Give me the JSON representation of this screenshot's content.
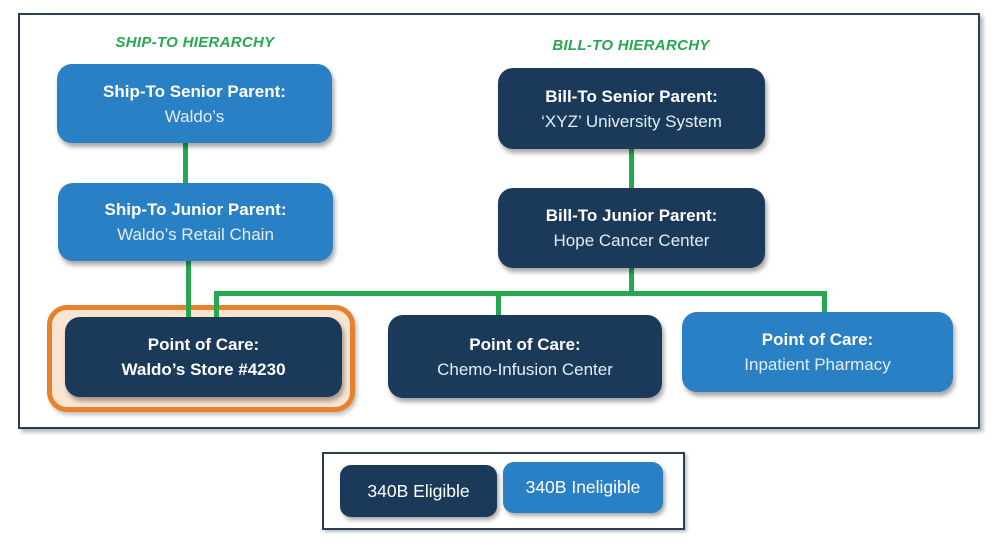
{
  "colors": {
    "eligible_navy": "#1b3a5a",
    "ineligible_blue": "#2980c4",
    "connector_green": "#27a750",
    "highlight_orange": "#e8812b",
    "highlight_fill": "#f9e5d1",
    "panel_border": "#2c3e50"
  },
  "ship": {
    "title": "SHIP-TO HIERARCHY",
    "senior": {
      "label": "Ship-To Senior Parent:",
      "name": "Waldo’s"
    },
    "junior": {
      "label": "Ship-To Junior Parent:",
      "name": "Waldo’s Retail Chain"
    },
    "poc": {
      "label": "Point of Care:",
      "name": "Waldo’s Store #4230"
    }
  },
  "bill": {
    "title": "BILL-TO HIERARCHY",
    "senior": {
      "label": "Bill-To Senior Parent:",
      "name": "‘XYZ’ University System"
    },
    "junior": {
      "label": "Bill-To Junior Parent:",
      "name": "Hope Cancer Center"
    },
    "poc_chemo": {
      "label": "Point of Care:",
      "name": "Chemo-Infusion Center"
    },
    "poc_inpatient": {
      "label": "Point of Care:",
      "name": "Inpatient Pharmacy"
    }
  },
  "legend": {
    "eligible_label": "340B Eligible",
    "ineligible_label": "340B Ineligible"
  }
}
